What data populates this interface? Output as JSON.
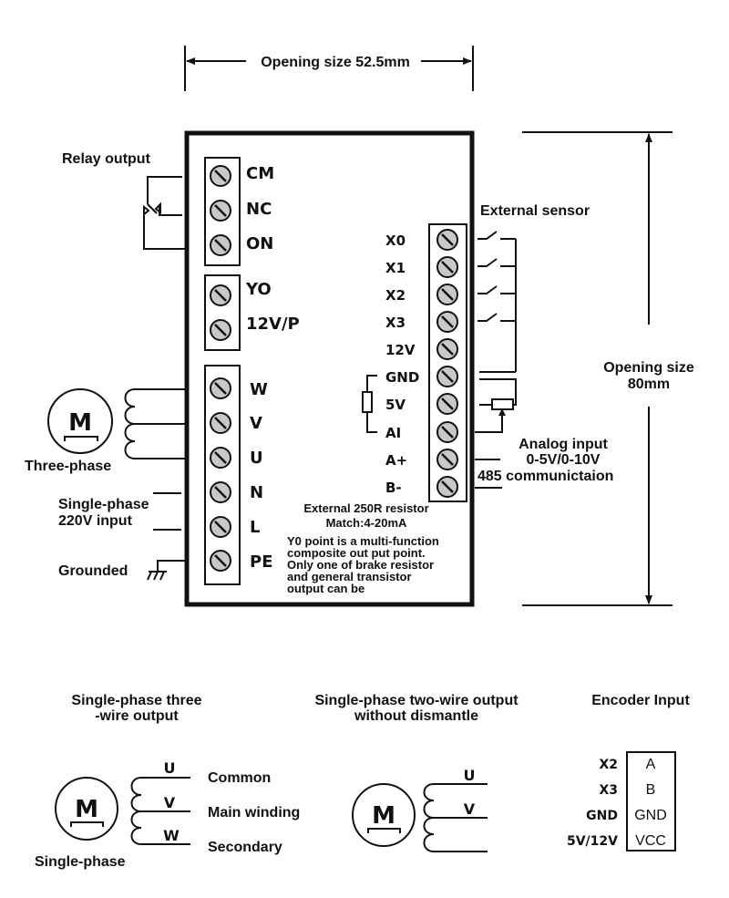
{
  "dimensions": {
    "width_label": "Opening size 52.5mm",
    "height_label_line1": "Opening size",
    "height_label_line2": "80mm"
  },
  "relay": {
    "label": "Relay output",
    "terminals": [
      "CM",
      "NC",
      "ON"
    ]
  },
  "transistor_output": {
    "terminals": [
      "YO",
      "12V/P"
    ]
  },
  "power_terminals": [
    "W",
    "V",
    "U",
    "N",
    "L",
    "PE"
  ],
  "left_labels": {
    "motor_symbol": "M",
    "three_phase": "Three-phase",
    "single_phase_line1": "Single-phase",
    "single_phase_line2": "220V input",
    "grounded": "Grounded"
  },
  "io_terminals": [
    "X0",
    "X1",
    "X2",
    "X3",
    "12V",
    "GND",
    "5V",
    "AI",
    "A+",
    "B-"
  ],
  "right_labels": {
    "external_sensor": "External sensor",
    "analog_line1": "Analog input",
    "analog_line2": "0-5V/0-10V",
    "rs485": "485 communictaion"
  },
  "notes": {
    "resistor_line1": "External 250R resistor",
    "resistor_line2": "Match:4-20mA",
    "y0_lines": [
      "Y0 point is a multi-function",
      "composite out put point.",
      "Only one of brake resistor",
      "and general transistor",
      "output can be"
    ]
  },
  "bottom": {
    "three_wire": {
      "title_line1": "Single-phase three",
      "title_line2": "-wire output",
      "motor_symbol": "M",
      "caption": "Single-phase",
      "wires": [
        {
          "terminal": "U",
          "role": "Common"
        },
        {
          "terminal": "V",
          "role": "Main winding"
        },
        {
          "terminal": "W",
          "role": "Secondary"
        }
      ]
    },
    "two_wire": {
      "title_line1": "Single-phase two-wire output",
      "title_line2": "without dismantle",
      "motor_symbol": "M",
      "wires": [
        "U",
        "V"
      ]
    },
    "encoder": {
      "title": "Encoder Input",
      "rows": [
        {
          "pin": "X2",
          "signal": "A"
        },
        {
          "pin": "X3",
          "signal": "B"
        },
        {
          "pin": "GND",
          "signal": "GND"
        },
        {
          "pin": "5V/12V",
          "signal": "VCC"
        }
      ]
    }
  }
}
